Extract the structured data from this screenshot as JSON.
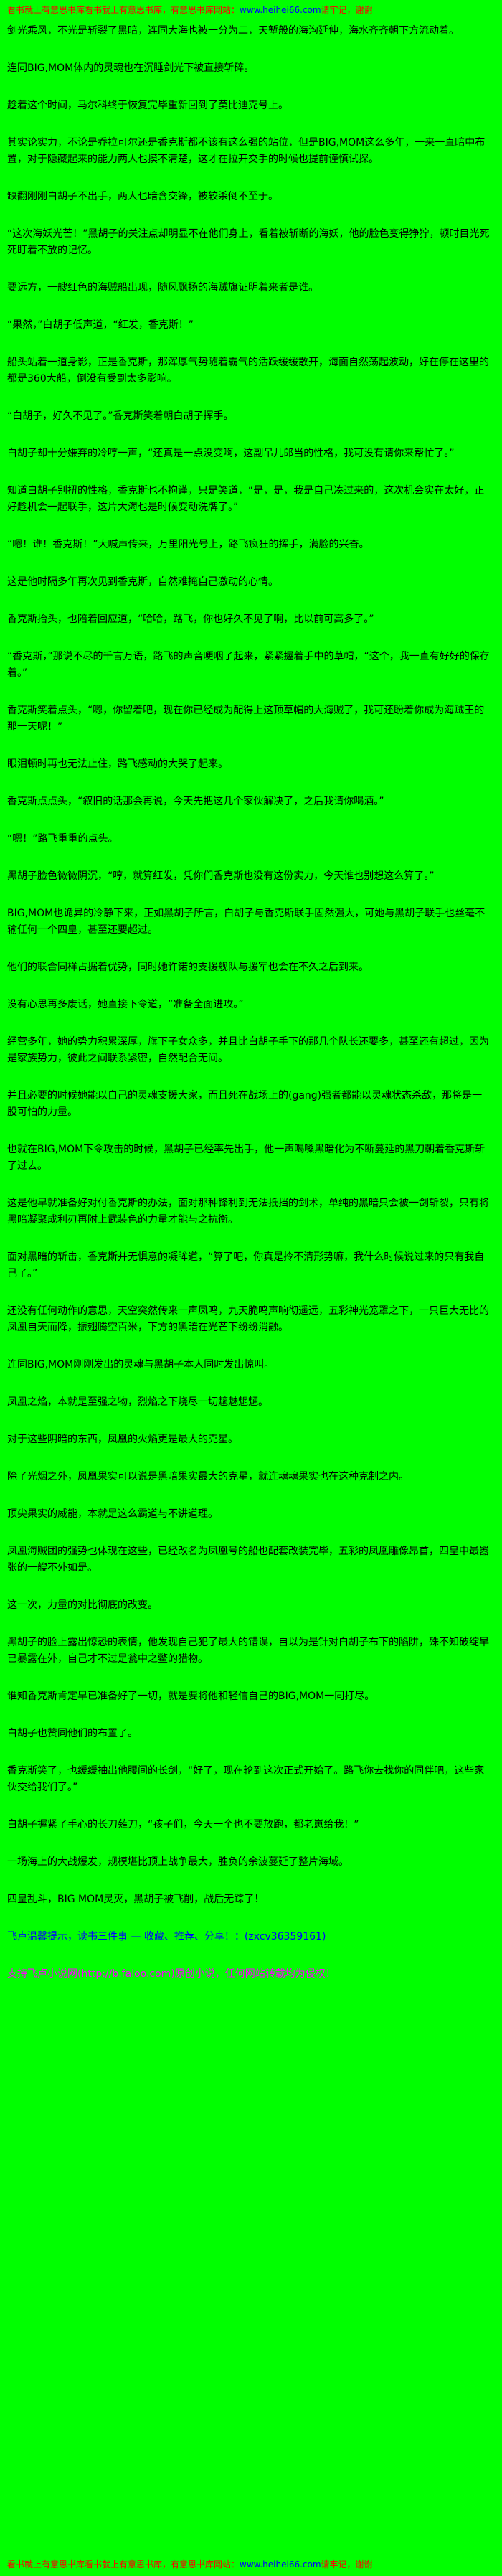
{
  "banner": {
    "prefix": "看书就上有意思书库看书就上有意思书库，有意思书库网站：",
    "url": "www.heihei66.com",
    "suffix": "请牢记，谢谢"
  },
  "colors": {
    "background": "#00ff00",
    "body_text": "#000000",
    "banner_text": "#ff0000",
    "link": "#0000ff",
    "promo_blue": "#0000ff",
    "promo_magenta": "#ff00ff"
  },
  "content": {
    "paragraphs": [
      {
        "text": "剑光乘风，不光是斩裂了黑暗，连同大海也被一分为二，天堑般的海沟延伸，海水齐齐朝下方流动着。",
        "color": "black"
      },
      {
        "text": "连同BIG,MOM体内的灵魂也在沉睡剑光下被直接斩碎。",
        "color": "black"
      },
      {
        "text": "趁着这个时间，马尔科终于恢复完毕重新回到了莫比迪克号上。",
        "color": "black"
      },
      {
        "text": "其实论实力，不论是乔拉可尔还是香克斯都不该有这么强的站位，但是BIG,MOM这么多年，一来一直暗中布置，对于隐藏起来的能力两人也摸不清楚，这才在拉开交手的时候也提前谨慎试探。",
        "color": "black"
      },
      {
        "text": "缺翻刚刚白胡子不出手，两人也暗含交锋，被较杀倒不至于。",
        "color": "black"
      },
      {
        "text": "“这次海妖光芒！”黑胡子的关注点却明显不在他们身上，看着被斩断的海妖，他的脸色变得狰狞，顿时目光死死盯着不放的记忆。",
        "color": "black"
      },
      {
        "text": "要远方，一艘红色的海贼船出现，随风飘扬的海贼旗证明着来者是谁。",
        "color": "black"
      },
      {
        "text": "“果然，”白胡子低声道，“红发，香克斯！”",
        "color": "black"
      },
      {
        "text": "船头站着一道身影，正是香克斯，那浑厚气势随着霸气的活跃缓缓散开，海面自然荡起波动，好在停在这里的都是360大船，倒没有受到太多影响。",
        "color": "black"
      },
      {
        "text": "“白胡子，好久不见了。”香克斯笑着朝白胡子挥手。",
        "color": "black"
      },
      {
        "text": "白胡子却十分嫌弃的冷哼一声，“还真是一点没变啊，这副吊儿郎当的性格，我可没有请你来帮忙了。”",
        "color": "black"
      },
      {
        "text": "知道白胡子别扭的性格，香克斯也不拘谨，只是笑道，“是，是，我是自己凑过来的，这次机会实在太好，正好趁机会一起联手，这片大海也是时候变动洗牌了。”",
        "color": "black"
      },
      {
        "text": "“嗯！谁！香克斯！”大喊声传来，万里阳光号上，路飞疯狂的挥手，满脸的兴奋。",
        "color": "black"
      },
      {
        "text": "这是他时隔多年再次见到香克斯，自然难掩自己激动的心情。",
        "color": "black"
      },
      {
        "text": "香克斯抬头，也陪着回应道，“哈哈，路飞，你也好久不见了啊，比以前可高多了。”",
        "color": "black"
      },
      {
        "text": "“香克斯，”那说不尽的千言万语，路飞的声音哽咽了起来，紧紧握着手中的草帽，“这个，我一直有好好的保存着。”",
        "color": "black"
      },
      {
        "text": "香克斯笑着点头，“嗯，你留着吧，现在你已经成为配得上这顶草帽的大海贼了，我可还盼着你成为海贼王的那一天呢！”",
        "color": "black"
      },
      {
        "text": "眼泪顿时再也无法止住，路飞感动的大哭了起来。",
        "color": "black"
      },
      {
        "text": "香克斯点点头，“叙旧的话那会再说，今天先把这几个家伙解决了，之后我请你喝酒。”",
        "color": "black"
      },
      {
        "text": "“嗯！”路飞重重的点头。",
        "color": "black"
      },
      {
        "text": "黑胡子脸色微微阴沉，“哼，就算红发，凭你们香克斯也没有这份实力，今天谁也别想这么算了。”",
        "color": "black"
      },
      {
        "text": "BIG,MOM也诡异的冷静下来，正如黑胡子所言，白胡子与香克斯联手固然强大，可她与黑胡子联手也丝毫不输任何一个四皇，甚至还要超过。",
        "color": "black"
      },
      {
        "text": "他们的联合同样占据着优势，同时她许诺的支援舰队与援军也会在不久之后到来。",
        "color": "black"
      },
      {
        "text": "没有心思再多废话，她直接下令道，“准备全面进攻。”",
        "color": "black"
      },
      {
        "text": "经营多年，她的势力积累深厚，旗下子女众多，并且比白胡子手下的那几个队长还要多，甚至还有超过，因为是家族势力，彼此之间联系紧密，自然配合无间。",
        "color": "black"
      },
      {
        "text": "并且必要的时候她能以自己的灵魂支援大家，而且死在战场上的(gang)强者都能以灵魂状态杀敌，那将是一股可怕的力量。",
        "color": "black"
      },
      {
        "text": "也就在BIG,MOM下令攻击的时候，黑胡子已经率先出手，他一声喝嗓黑暗化为不断蔓延的黑刀朝着香克斯斩了过去。",
        "color": "black"
      },
      {
        "text": "这是他早就准备好对付香克斯的办法，面对那种锋利到无法抵挡的剑术，单纯的黑暗只会被一剑斩裂，只有将黑暗凝聚成利刃再附上武装色的力量才能与之抗衡。",
        "color": "black"
      },
      {
        "text": "面对黑暗的斩击，香克斯并无惧意的凝眸道，“算了吧，你真是拎不清形势嘛，我什么时候说过来的只有我自己了。”",
        "color": "black"
      },
      {
        "text": "还没有任何动作的意思，天空突然传来一声凤鸣，九天脆鸣声响彻遥远，五彩神光笼罩之下，一只巨大无比的凤凰自天而降，振翅腾空百米，下方的黑暗在光芒下纷纷消融。",
        "color": "black"
      },
      {
        "text": "连同BIG,MOM刚刚发出的灵魂与黑胡子本人同时发出惊叫。",
        "color": "black"
      },
      {
        "text": "凤凰之焰，本就是至强之物，烈焰之下烧尽一切魑魅魍魉。",
        "color": "black"
      },
      {
        "text": "对于这些阴暗的东西，凤凰的火焰更是最大的克星。",
        "color": "black"
      },
      {
        "text": "除了光烟之外，凤凰果实可以说是黑暗果实最大的克星，就连魂魂果实也在这种克制之内。",
        "color": "black"
      },
      {
        "text": "顶尖果实的威能，本就是这么霸道与不讲道理。",
        "color": "black"
      },
      {
        "text": "凤凰海贼团的强势也体现在这些，已经改名为凤凰号的船也配套改装完毕，五彩的凤凰雕像昂首，四皇中最嚣张的一艘不外如是。",
        "color": "black"
      },
      {
        "text": "这一次，力量的对比彻底的改变。",
        "color": "black"
      },
      {
        "text": "黑胡子的脸上露出惊恐的表情，他发现自己犯了最大的错误，自以为是针对白胡子布下的陷阱，殊不知破绽早已暴露在外，自己才不过是瓮中之鳖的猎物。",
        "color": "black"
      },
      {
        "text": "谁知香克斯肯定早已准备好了一切，就是要将他和轻信自己的BIG,MOM一同打尽。",
        "color": "black"
      },
      {
        "text": "白胡子也赞同他们的布置了。",
        "color": "black"
      },
      {
        "text": "香克斯笑了，也缓缓抽出他腰间的长剑，“好了，现在轮到这次正式开始了。路飞你去找你的同伴吧，这些家伙交给我们了。”",
        "color": "black"
      },
      {
        "text": "白胡子握紧了手心的长刀薙刀，“孩子们，今天一个也不要放跑，都老崽给我！”",
        "color": "black"
      },
      {
        "text": "一场海上的大战爆发，规模堪比顶上战争最大，胜负的余波蔓延了整片海域。",
        "color": "black"
      },
      {
        "text": "四皇乱斗，BIG MOM灵灭，黑胡子被飞削，战后无踪了！",
        "color": "black"
      },
      {
        "text": "飞卢温馨提示，读书三件事 — 收藏、推荐、分享！：(zxcv36359161)",
        "color": "blue",
        "name": "faloo-promo-line"
      },
      {
        "text": "支持飞卢小说网(http://b.faloo.com)原创小说，任何网站转载均为侵权！",
        "color": "magenta",
        "name": "faloo-copyright-line"
      }
    ]
  }
}
